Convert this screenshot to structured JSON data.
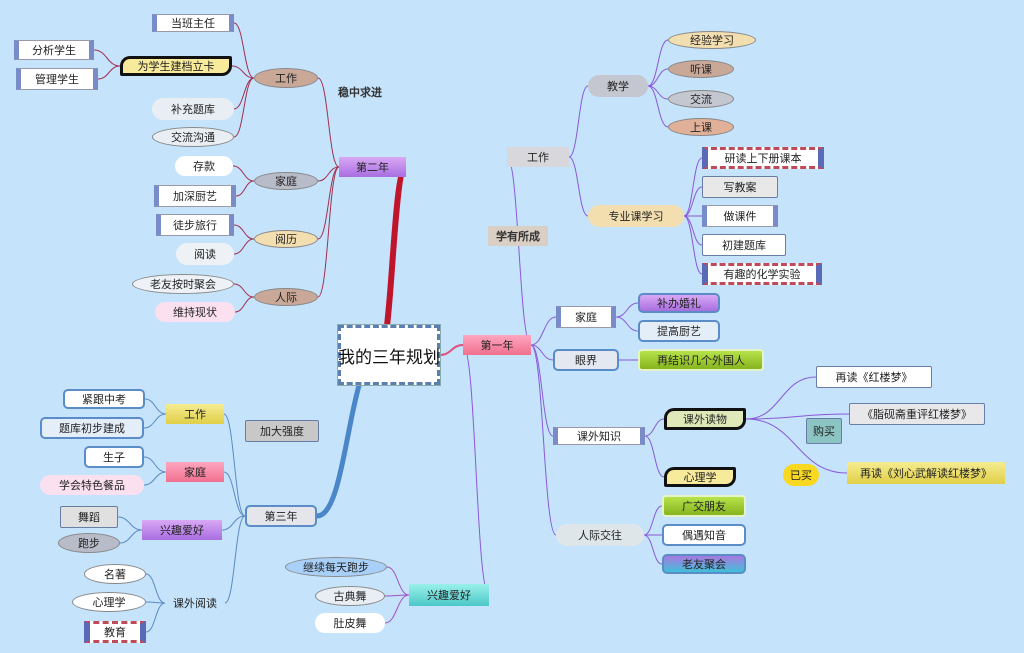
{
  "title": "我的三年规划",
  "nodes": {
    "center": "我的三年规划",
    "y2": "第二年",
    "y2_motto": "稳中求进",
    "y2_work": "工作",
    "y2_w1": "当班主任",
    "y2_w2": "为学生建档立卡",
    "y2_w2a": "分析学生",
    "y2_w2b": "管理学生",
    "y2_w3": "补充题库",
    "y2_w4": "交流沟通",
    "y2_home": "家庭",
    "y2_h1": "存款",
    "y2_h2": "加深厨艺",
    "y2_exp": "阅历",
    "y2_e1": "徒步旅行",
    "y2_e2": "阅读",
    "y2_soc": "人际",
    "y2_s1": "老友按时聚会",
    "y2_s2": "维持现状",
    "y1": "第一年",
    "y1_motto": "学有所成",
    "y1_work": "工作",
    "y1_teach": "教学",
    "y1_t1": "经验学习",
    "y1_t2": "听课",
    "y1_t3": "交流",
    "y1_t4": "上课",
    "y1_pro": "专业课学习",
    "y1_p1": "研读上下册课本",
    "y1_p2": "写教案",
    "y1_p3": "做课件",
    "y1_p4": "初建题库",
    "y1_p5": "有趣的化学实验",
    "y1_home": "家庭",
    "y1_h1": "补办婚礼",
    "y1_h2": "提高厨艺",
    "y1_view": "眼界",
    "y1_v1": "再结识几个外国人",
    "y1_know": "课外知识",
    "y1_read": "课外读物",
    "y1_r1": "再读《红楼梦》",
    "y1_r2": "《脂砚斋重评红楼梦》",
    "y1_r2note": "购买",
    "y1_r3": "再读《刘心武解读红楼梦》",
    "y1_r3note": "已买",
    "y1_psy": "心理学",
    "y1_soc": "人际交往",
    "y1_s1": "广交朋友",
    "y1_s2": "偶遇知音",
    "y1_s3": "老友聚会",
    "y1_hobby": "兴趣爱好",
    "y1_hb1": "继续每天跑步",
    "y1_hb2": "古典舞",
    "y1_hb3": "肚皮舞",
    "y3": "第三年",
    "y3_motto": "加大强度",
    "y3_work": "工作",
    "y3_w1": "紧跟中考",
    "y3_w2": "题库初步建成",
    "y3_home": "家庭",
    "y3_h1": "生子",
    "y3_h2": "学会特色餐品",
    "y3_hobby": "兴趣爱好",
    "y3_hb1": "舞蹈",
    "y3_hb2": "跑步",
    "y3_read": "课外阅读",
    "y3_r1": "名著",
    "y3_r2": "心理学",
    "y3_r3": "教育"
  },
  "colors": {
    "background": "#c5e3fb",
    "year2_branch": "#c0142a",
    "year1_branch": "#8a5ad6",
    "year3_branch": "#4a86c8"
  }
}
